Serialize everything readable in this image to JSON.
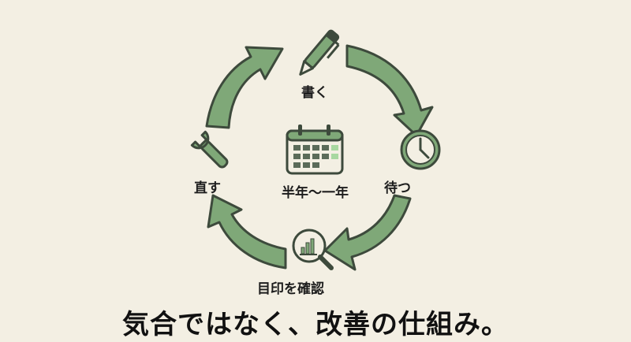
{
  "cycle": {
    "steps": [
      {
        "label": "書く",
        "icon": "pen-icon"
      },
      {
        "label": "待つ",
        "icon": "clock-icon"
      },
      {
        "label": "目印を確認",
        "icon": "magnifier-chart-icon"
      },
      {
        "label": "直す",
        "icon": "wrench-icon"
      }
    ],
    "center_label": "半年〜一年",
    "center_icon": "calendar-icon"
  },
  "tagline": "気合ではなく、改善の仕組み。",
  "colors": {
    "background": "#f3efe3",
    "arrow_fill": "#7fa878",
    "arrow_stroke": "#3d4a3c",
    "icon_dark": "#3d4a3c",
    "calendar_highlight": "#a8d8a0"
  }
}
